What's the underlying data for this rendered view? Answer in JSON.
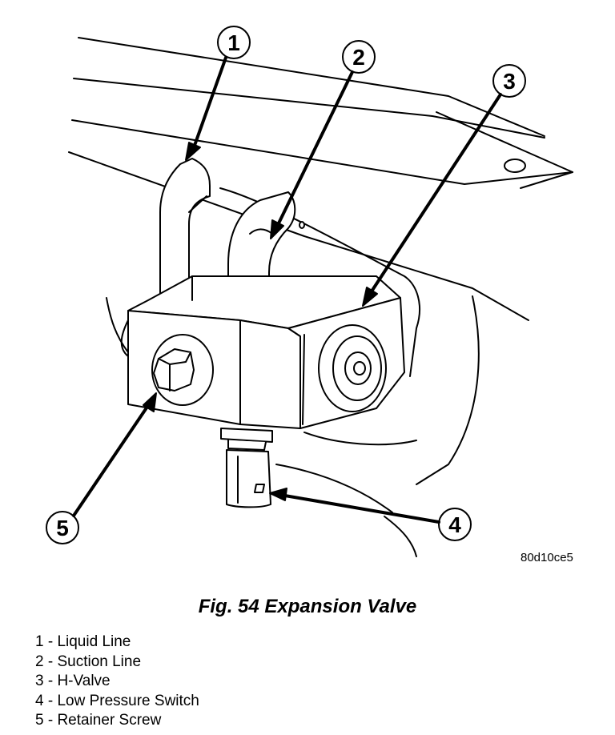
{
  "figure": {
    "code": "80d10ce5",
    "caption": "Fig. 54 Expansion Valve"
  },
  "callouts": [
    {
      "num": "1",
      "name": "Liquid Line"
    },
    {
      "num": "2",
      "name": "Suction Line"
    },
    {
      "num": "3",
      "name": "H-Valve"
    },
    {
      "num": "4",
      "name": "Low Pressure Switch"
    },
    {
      "num": "5",
      "name": "Retainer Screw"
    }
  ],
  "legend": [
    "1 - Liquid Line",
    "2 - Suction Line",
    "3 - H-Valve",
    "4 - Low Pressure Switch",
    "5 - Retainer Screw"
  ]
}
